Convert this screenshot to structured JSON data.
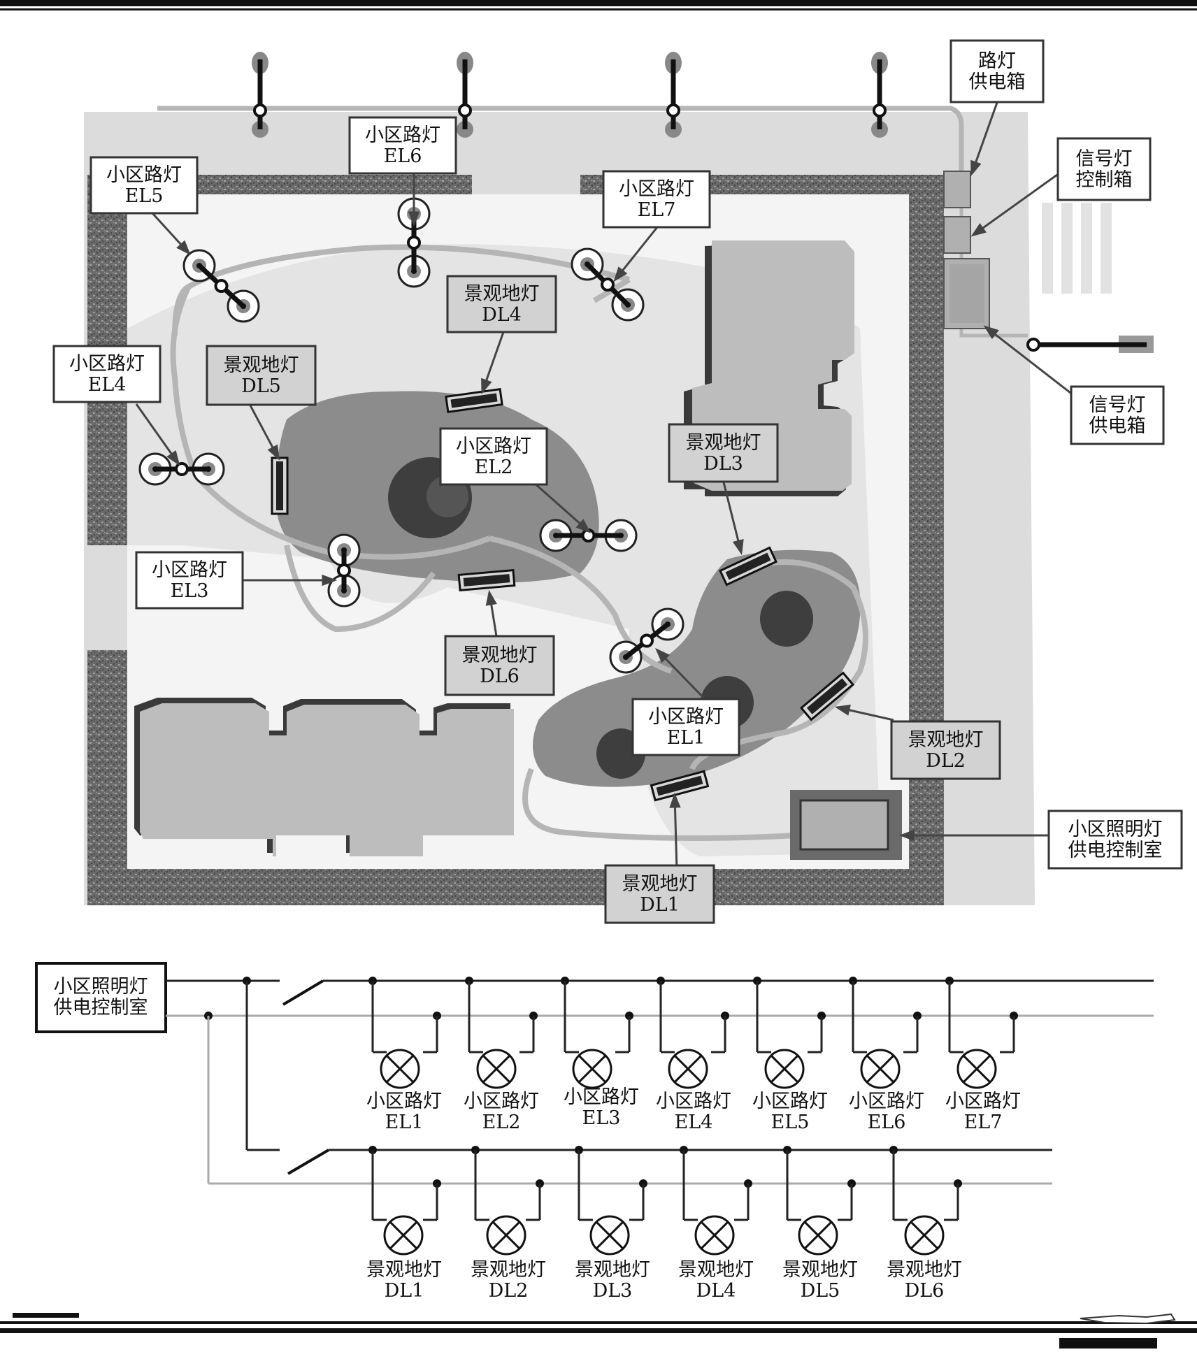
{
  "plan": {
    "street_lamp_labels": [
      {
        "id": "EL5",
        "line1": "小区路灯",
        "line2": "EL5"
      },
      {
        "id": "EL6",
        "line1": "小区路灯",
        "line2": "EL6"
      },
      {
        "id": "EL7",
        "line1": "小区路灯",
        "line2": "EL7"
      },
      {
        "id": "EL4",
        "line1": "小区路灯",
        "line2": "EL4"
      },
      {
        "id": "EL2",
        "line1": "小区路灯",
        "line2": "EL2"
      },
      {
        "id": "EL3",
        "line1": "小区路灯",
        "line2": "EL3"
      },
      {
        "id": "EL1",
        "line1": "小区路灯",
        "line2": "EL1"
      }
    ],
    "landscape_lamp_labels": [
      {
        "id": "DL4",
        "line1": "景观地灯",
        "line2": "DL4"
      },
      {
        "id": "DL5",
        "line1": "景观地灯",
        "line2": "DL5"
      },
      {
        "id": "DL3",
        "line1": "景观地灯",
        "line2": "DL3"
      },
      {
        "id": "DL6",
        "line1": "景观地灯",
        "line2": "DL6"
      },
      {
        "id": "DL2",
        "line1": "景观地灯",
        "line2": "DL2"
      },
      {
        "id": "DL1",
        "line1": "景观地灯",
        "line2": "DL1"
      }
    ],
    "equipment_labels": {
      "street_power_box": {
        "line1": "路灯",
        "line2": "供电箱"
      },
      "signal_control_box": {
        "line1": "信号灯",
        "line2": "控制箱"
      },
      "signal_power_box": {
        "line1": "信号灯",
        "line2": "供电箱"
      },
      "control_room": {
        "line1": "小区照明灯",
        "line2": "供电控制室"
      }
    }
  },
  "schematic": {
    "control_room": {
      "line1": "小区照明灯",
      "line2": "供电控制室"
    },
    "street_lamps": [
      {
        "line1": "小区路灯",
        "line2": "EL1"
      },
      {
        "line1": "小区路灯",
        "line2": "EL2"
      },
      {
        "line1": "小区路灯",
        "line2": "EL3"
      },
      {
        "line1": "小区路灯",
        "line2": "EL4"
      },
      {
        "line1": "小区路灯",
        "line2": "EL5"
      },
      {
        "line1": "小区路灯",
        "line2": "EL6"
      },
      {
        "line1": "小区路灯",
        "line2": "EL7"
      }
    ],
    "landscape_lamps": [
      {
        "line1": "景观地灯",
        "line2": "DL1"
      },
      {
        "line1": "景观地灯",
        "line2": "DL2"
      },
      {
        "line1": "景观地灯",
        "line2": "DL3"
      },
      {
        "line1": "景观地灯",
        "line2": "DL4"
      },
      {
        "line1": "景观地灯",
        "line2": "DL5"
      },
      {
        "line1": "景观地灯",
        "line2": "DL6"
      }
    ]
  },
  "colors": {
    "wall_texture": "#707070",
    "road": "#dcdcdc",
    "building": "#bdbdbd",
    "garden": "#8c8c8c",
    "label_gray": "#d2d2d2",
    "line_dark": "#222222",
    "line_light": "#aaaaaa"
  }
}
